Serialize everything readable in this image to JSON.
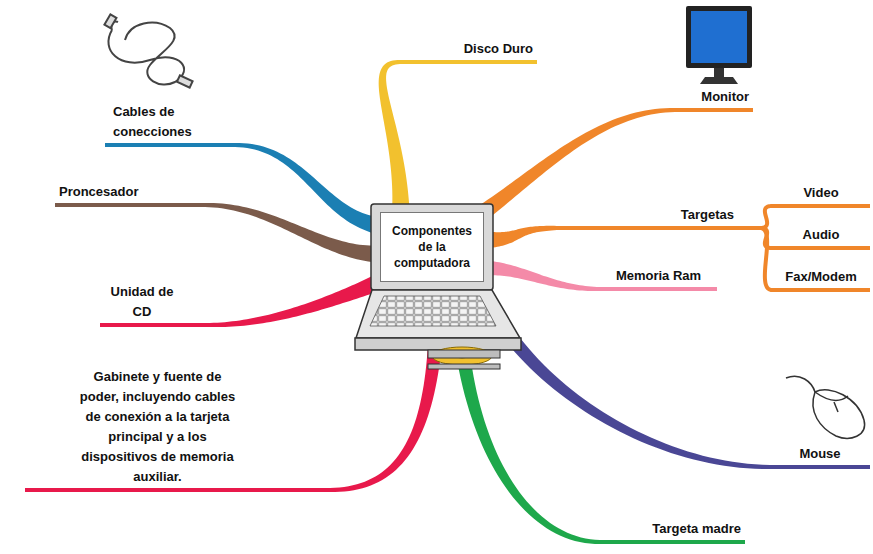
{
  "diagram": {
    "nodes": [
      {
        "text": [
          "Componentes de la computadora"
        ]
      },
      {
        "text": [
          "Disco Duro"
        ]
      },
      {
        "text": [
          "Monitor"
        ]
      },
      {
        "text": [
          "Cables de conecciones"
        ]
      },
      {
        "text": [
          "Proncesador"
        ]
      },
      {
        "text": [
          "Video"
        ]
      },
      {
        "text": [
          "Targetas"
        ]
      },
      {
        "text": [
          "Audio"
        ]
      },
      {
        "text": [
          "Memoria Ram"
        ]
      },
      {
        "text": [
          "Fax/Modem"
        ]
      },
      {
        "text": [
          "Unidad de CD"
        ]
      },
      {
        "text": [
          "Gabinete y fuente de poder, incluyendo cables de conexión a la tarjeta principal y a los dispositivos de memoria auxiliar."
        ]
      },
      {
        "text": [
          "Mouse"
        ]
      },
      {
        "text": [
          "Targeta madre"
        ]
      }
    ],
    "edges": [
      {
        "from": 0,
        "to": 1,
        "arrow": "none"
      },
      {
        "from": 0,
        "to": 2,
        "arrow": "none"
      },
      {
        "from": 0,
        "to": 3,
        "arrow": "none"
      },
      {
        "from": 0,
        "to": 4,
        "arrow": "none"
      },
      {
        "from": 0,
        "to": 6,
        "arrow": "none"
      },
      {
        "from": 0,
        "to": 8,
        "arrow": "none"
      },
      {
        "from": 0,
        "to": 10,
        "arrow": "none"
      },
      {
        "from": 0,
        "to": 11,
        "arrow": "none"
      },
      {
        "from": 0,
        "to": 12,
        "arrow": "none"
      },
      {
        "from": 0,
        "to": 13,
        "arrow": "none"
      },
      {
        "from": 6,
        "to": 5,
        "arrow": "none"
      },
      {
        "from": 6,
        "to": 7,
        "arrow": "none"
      },
      {
        "from": 6,
        "to": 9,
        "arrow": "none"
      }
    ]
  }
}
